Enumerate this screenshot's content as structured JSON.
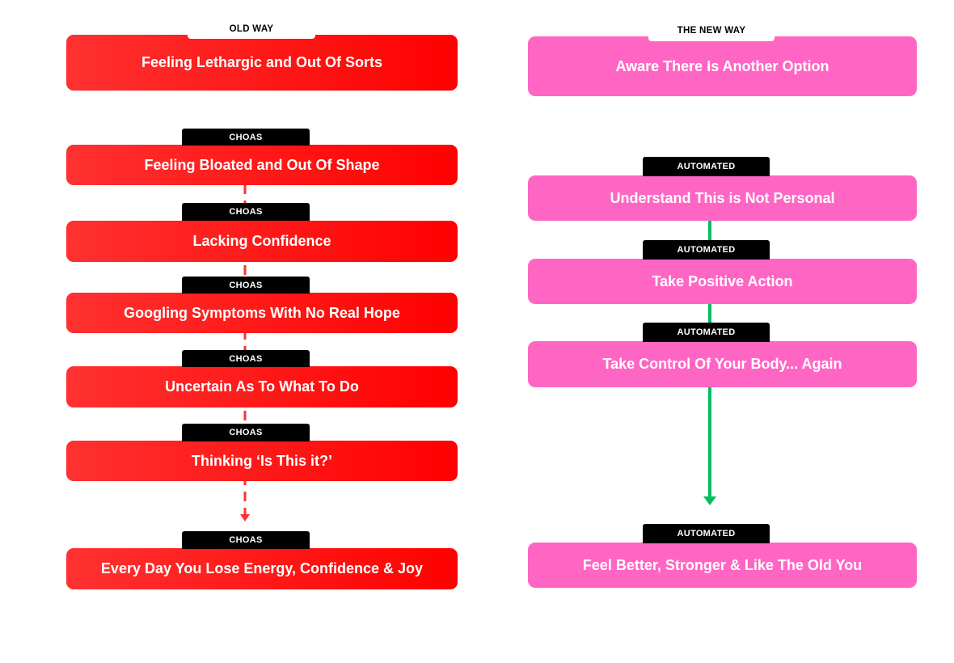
{
  "old_way": {
    "header": "OLD WAY",
    "top": "Feeling Lethargic and Out Of Sorts",
    "steps": [
      {
        "tag": "CHOAS",
        "text": "Feeling Bloated and Out Of Shape"
      },
      {
        "tag": "CHOAS",
        "text": "Lacking Confidence"
      },
      {
        "tag": "CHOAS",
        "text": "Googling Symptoms With No Real Hope"
      },
      {
        "tag": "CHOAS",
        "text": "Uncertain As To What To Do"
      },
      {
        "tag": "CHOAS",
        "text": "Thinking ‘Is This it?’"
      }
    ],
    "outcome": {
      "tag": "CHOAS",
      "text": "Every Day You Lose Energy, Confidence & Joy"
    }
  },
  "new_way": {
    "header": "THE NEW WAY",
    "top": "Aware There Is Another Option",
    "steps": [
      {
        "tag": "AUTOMATED",
        "text": "Understand This is  Not Personal"
      },
      {
        "tag": "AUTOMATED",
        "text": "Take Positive Action"
      },
      {
        "tag": "AUTOMATED",
        "text": "Take Control Of Your Body... Again"
      }
    ],
    "outcome": {
      "tag": "AUTOMATED",
      "text": "Feel Better, Stronger & Like The Old You"
    }
  },
  "colors": {
    "old_box": "#ff1a1a",
    "new_box": "#ff66c4",
    "old_connector": "#ff3131",
    "new_connector": "#00bf63",
    "tag_bg": "#000000"
  }
}
